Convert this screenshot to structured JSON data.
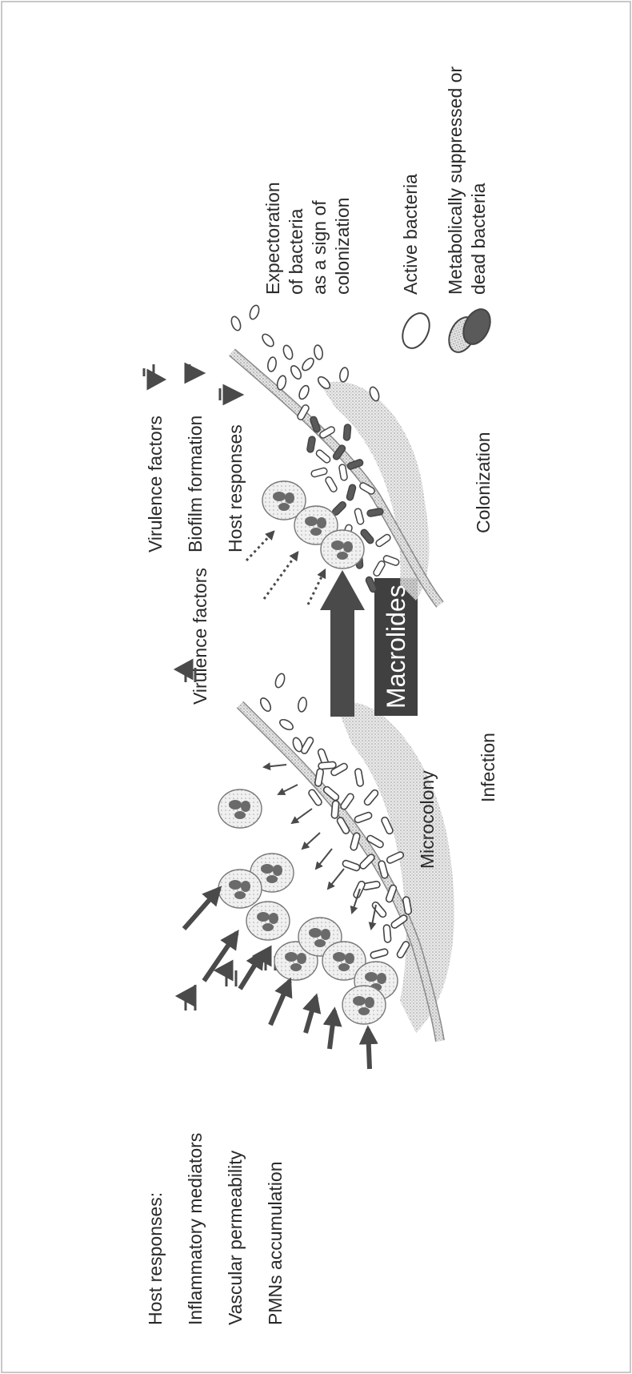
{
  "labels": {
    "host_responses": "Host responses:",
    "inflammatory_mediators": "Inflammatory mediators",
    "vascular_permeability": "Vascular permeability",
    "pmns_accumulation": "PMNs accumulation",
    "virulence_factors_left": "Virulence factors",
    "microcolony": "Microcolony",
    "infection": "Infection",
    "macrolides": "Macrolides",
    "virulence_factors_right": "Virulence factors",
    "biofilm_formation": "Biofilm formation",
    "host_responses_right": "Host responses",
    "colonization": "Colonization",
    "expectoration": [
      "Expectoration",
      "of bacteria",
      "as a sign of",
      "colonization"
    ],
    "active_bacteria": "Active bacteria",
    "suppressed_bacteria": [
      "Metabolically suppressed or",
      "dead bacteria"
    ]
  },
  "colors": {
    "arrow": "#4a4a4a",
    "tissue": "#8a8a8a",
    "biofilm": "#c8c8c8",
    "suppressed": "#5a5a5a",
    "box": "#404040"
  }
}
